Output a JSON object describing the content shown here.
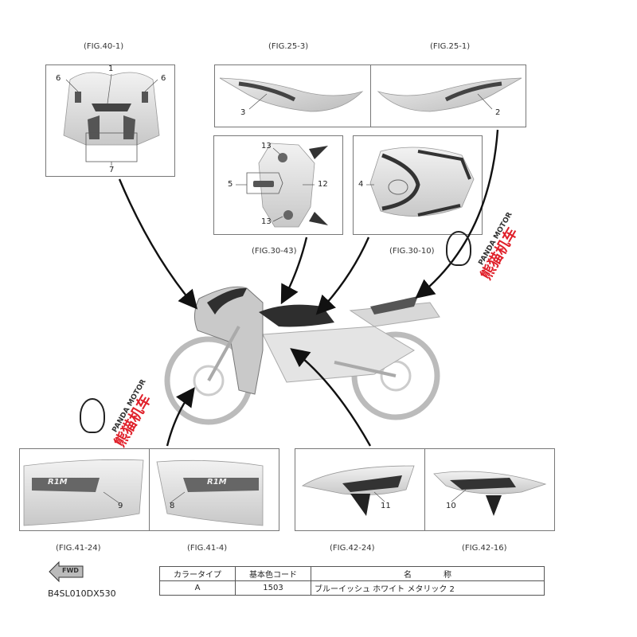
{
  "figures": {
    "fig_40_1": "(FIG.40-1)",
    "fig_25_3": "(FIG.25-3)",
    "fig_25_1": "(FIG.25-1)",
    "fig_30_43": "(FIG.30-43)",
    "fig_30_10": "(FIG.30-10)",
    "fig_41_24": "(FIG.41-24)",
    "fig_41_4": "(FIG.41-4)",
    "fig_42_24": "(FIG.42-24)",
    "fig_42_16": "(FIG.42-16)"
  },
  "callouts": {
    "n1": "1",
    "n2": "2",
    "n3": "3",
    "n4": "4",
    "n5": "5",
    "n6a": "6",
    "n6b": "6",
    "n7": "7",
    "n8": "8",
    "n9": "9",
    "n10": "10",
    "n11": "11",
    "n12": "12",
    "n13a": "13",
    "n13b": "13"
  },
  "decal_text": {
    "left": "R1M",
    "right": "R1M"
  },
  "watermark": {
    "en": "PANDA MOTOR",
    "cn": "熊猫机车"
  },
  "fwd_label": "FWD",
  "color_table": {
    "headers": [
      "カラータイプ",
      "基本色コード",
      "名　　　　称"
    ],
    "rows": [
      [
        "A",
        "1503",
        "ブルーイッシュ ホワイト メタリック 2"
      ]
    ]
  },
  "diagram_code": "B4SL010DX530"
}
